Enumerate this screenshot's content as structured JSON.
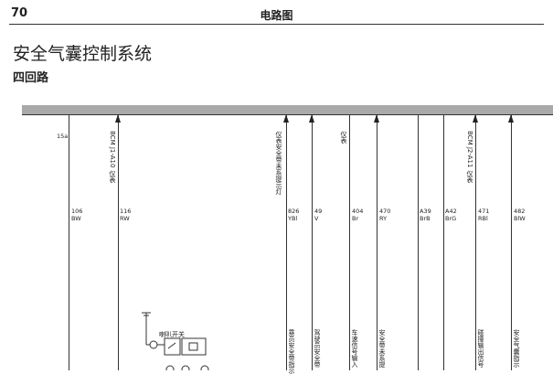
{
  "page": {
    "number": "70",
    "header": "电路图",
    "title": "安全气囊控制系统",
    "subtitle": "四回路"
  },
  "circuit_label": "15a",
  "wires": [
    {
      "id": "106",
      "code": "106",
      "color": "BW",
      "arrow": false,
      "top_text": "",
      "bottom_text": ""
    },
    {
      "id": "116",
      "code": "116",
      "color": "RW",
      "arrow": true,
      "top_text": "BCM J1-A10 仪表",
      "bottom_text": ""
    },
    {
      "id": "826",
      "code": "826",
      "color": "YBl",
      "arrow": true,
      "top_text": "仪表安全带未系提示灯",
      "bottom_text": "乘员安全带指示"
    },
    {
      "id": "49",
      "code": "49",
      "color": "V",
      "arrow": true,
      "top_text": "",
      "bottom_text": "驾驶员安全带"
    },
    {
      "id": "404",
      "code": "404",
      "color": "Br",
      "arrow": false,
      "top_text": "仪表",
      "bottom_text": "车速信号输入"
    },
    {
      "id": "470",
      "code": "470",
      "color": "RY",
      "arrow": true,
      "top_text": "",
      "bottom_text": "安全带未系提"
    },
    {
      "id": "A39",
      "code": "A39",
      "color": "BrB",
      "arrow": false,
      "top_text": "",
      "bottom_text": ""
    },
    {
      "id": "A42",
      "code": "A42",
      "color": "BrG",
      "arrow": false,
      "top_text": "",
      "bottom_text": ""
    },
    {
      "id": "471",
      "code": "471",
      "color": "RBl",
      "arrow": true,
      "top_text": "BCM J2-A11 仪表",
      "bottom_text": "碰撞输出信号"
    },
    {
      "id": "482",
      "code": "482",
      "color": "BlW",
      "arrow": true,
      "top_text": "",
      "bottom_text": "安全气囊指示"
    }
  ],
  "switch": {
    "label": "喇叭开关"
  }
}
